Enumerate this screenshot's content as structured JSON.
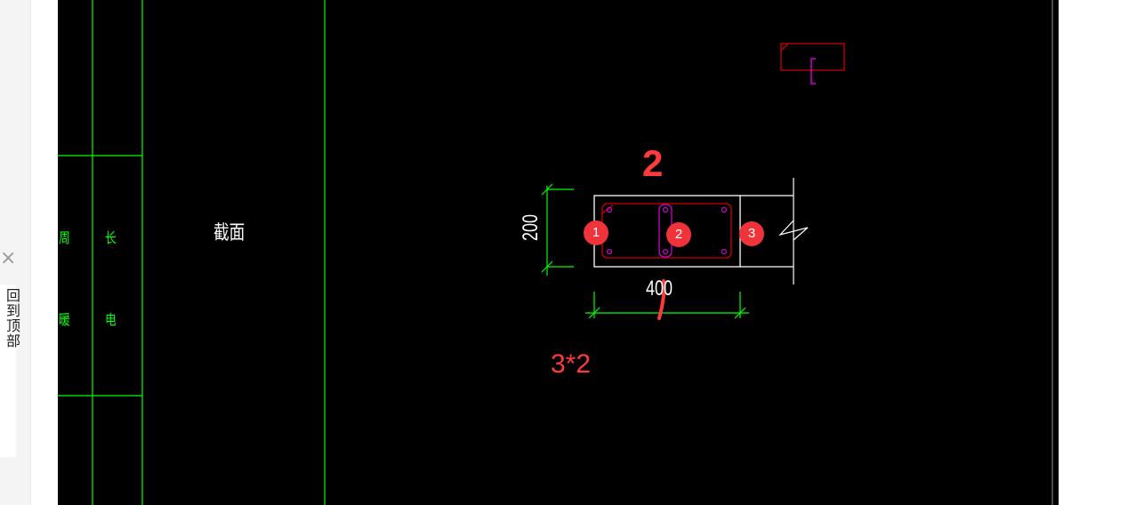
{
  "sidebar": {
    "close_glyph": "×",
    "card_text": "回到顶部"
  },
  "drawing": {
    "section_label": "截面",
    "table_col1": [
      "周",
      "暖"
    ],
    "table_col2": [
      "长",
      "电"
    ],
    "dim_height": "200",
    "dim_width": "400",
    "markers": [
      "1",
      "2",
      "3"
    ],
    "annotation_top": "2",
    "annotation_formula": "3*2",
    "colors": {
      "background": "#000000",
      "grid": "#00ff00",
      "outline": "#ffffff",
      "rebar": "#cc0000",
      "stirrup": "#cc00cc",
      "badge": "#f0333a",
      "annotation": "#ff3a3a"
    }
  }
}
